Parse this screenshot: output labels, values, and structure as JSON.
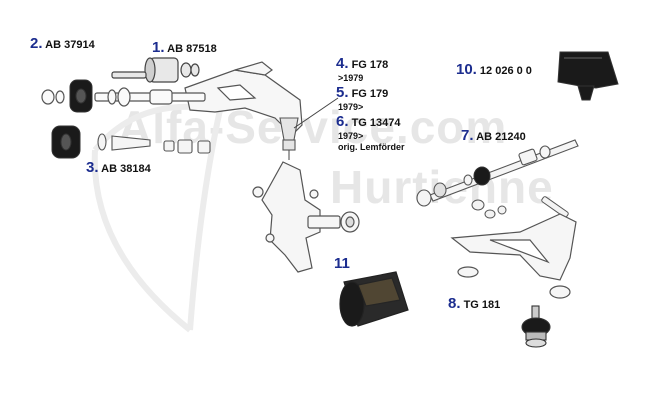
{
  "watermark": {
    "line1": "Alfa-Service.com",
    "line2": "Hurtienne"
  },
  "callouts": [
    {
      "num": "1.",
      "code": "AB 87518"
    },
    {
      "num": "2.",
      "code": "AB 37914"
    },
    {
      "num": "3.",
      "code": "AB 38184"
    },
    {
      "num": "4.",
      "code": "FG 178",
      "note": ">1979"
    },
    {
      "num": "5.",
      "code": "FG 179",
      "note": "1979>"
    },
    {
      "num": "6.",
      "code": "TG 13474",
      "note": "1979>",
      "note2": "orig. Lemförder"
    },
    {
      "num": "7.",
      "code": "AB 21240"
    },
    {
      "num": "8.",
      "code": "TG 181"
    },
    {
      "num": "10.",
      "code": "12 026 0 0"
    },
    {
      "num": "11",
      "code": ""
    }
  ],
  "colors": {
    "number": "#1c2d8f",
    "text": "#111111",
    "line": "#555555",
    "rubber": "#1a1a1a"
  }
}
